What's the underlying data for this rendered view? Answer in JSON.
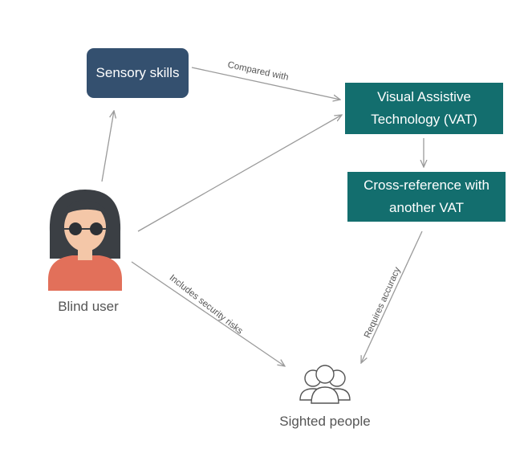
{
  "colors": {
    "sensory_box": "#34506f",
    "vat_box": "#136e6e",
    "arrow": "#9a9a9a",
    "skin": "#f4c7a8",
    "hair": "#3b3f44",
    "shirt": "#e2705a"
  },
  "nodes": {
    "sensory_skills": "Sensory skills",
    "vat": "Visual Assistive Technology (VAT)",
    "cross_reference": "Cross-reference with another VAT",
    "blind_user": "Blind user",
    "sighted_people": "Sighted people"
  },
  "edges": {
    "compared_with": "Compared with",
    "security_risks": "Includes security risks",
    "requires_accuracy": "Requires accuracy"
  },
  "icons": {
    "blind_user": "blind-user-avatar-icon",
    "sighted_people": "group-of-people-icon"
  }
}
